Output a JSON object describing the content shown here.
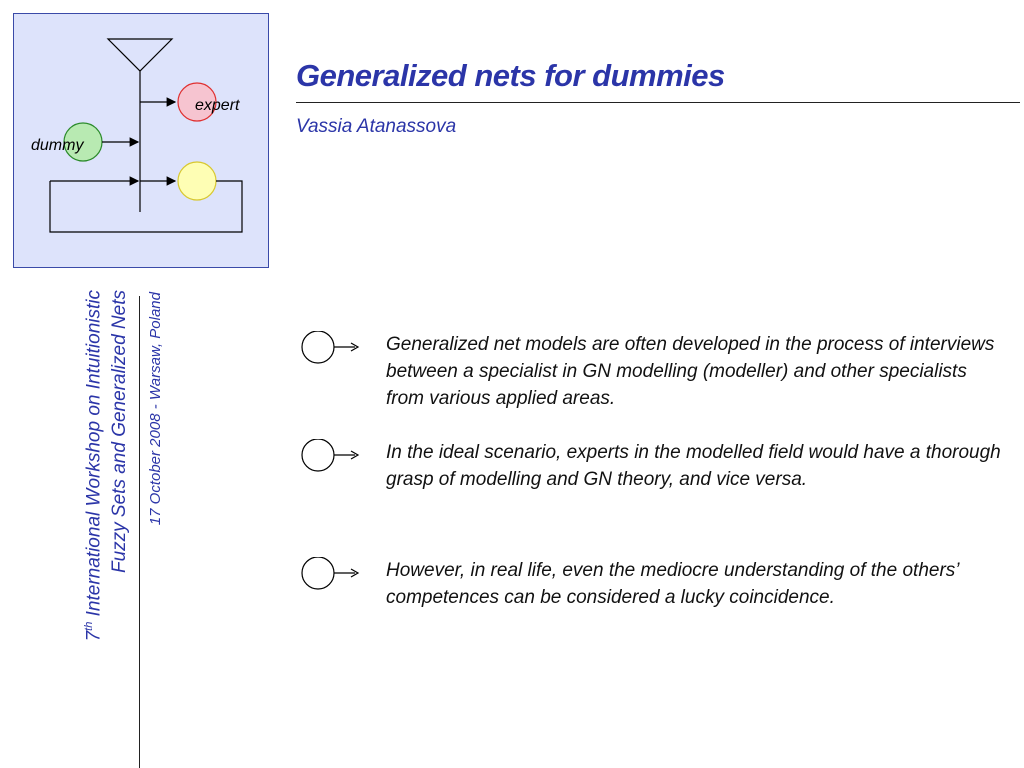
{
  "header": {
    "title": "Generalized nets for dummies",
    "author": "Vassia Atanassova"
  },
  "logo": {
    "label_expert": "expert",
    "label_dummy": "dummy",
    "colors": {
      "background": "#dde3fb",
      "expert_place": "#f6c4d0",
      "dummy_place": "#b8eab2",
      "output_place": "#fefeb4"
    }
  },
  "sidebar": {
    "workshop_sup_number": "7",
    "workshop_sup_suffix": "th",
    "workshop_line1_rest": " International Workshop on Intuitionistic",
    "workshop_line2": "Fuzzy Sets and Generalized Nets",
    "date_location": "17 October 2008 - Warsaw, Poland"
  },
  "bullets": [
    {
      "icon": "circle-arrow-icon",
      "text": "Generalized net models are often developed in the process of interviews between a specialist in GN modelling (modeller) and other specialists from various applied areas."
    },
    {
      "icon": "circle-arrow-icon",
      "text": "In the ideal scenario, experts in the modelled field would have a thorough grasp of modelling and GN theory, and vice versa."
    },
    {
      "icon": "circle-arrow-icon",
      "text": "However, in real life, even the mediocre understanding of the others’ competences can be considered a lucky coincidence."
    }
  ],
  "theme": {
    "accent": "#2b35a8",
    "text": "#111111"
  }
}
